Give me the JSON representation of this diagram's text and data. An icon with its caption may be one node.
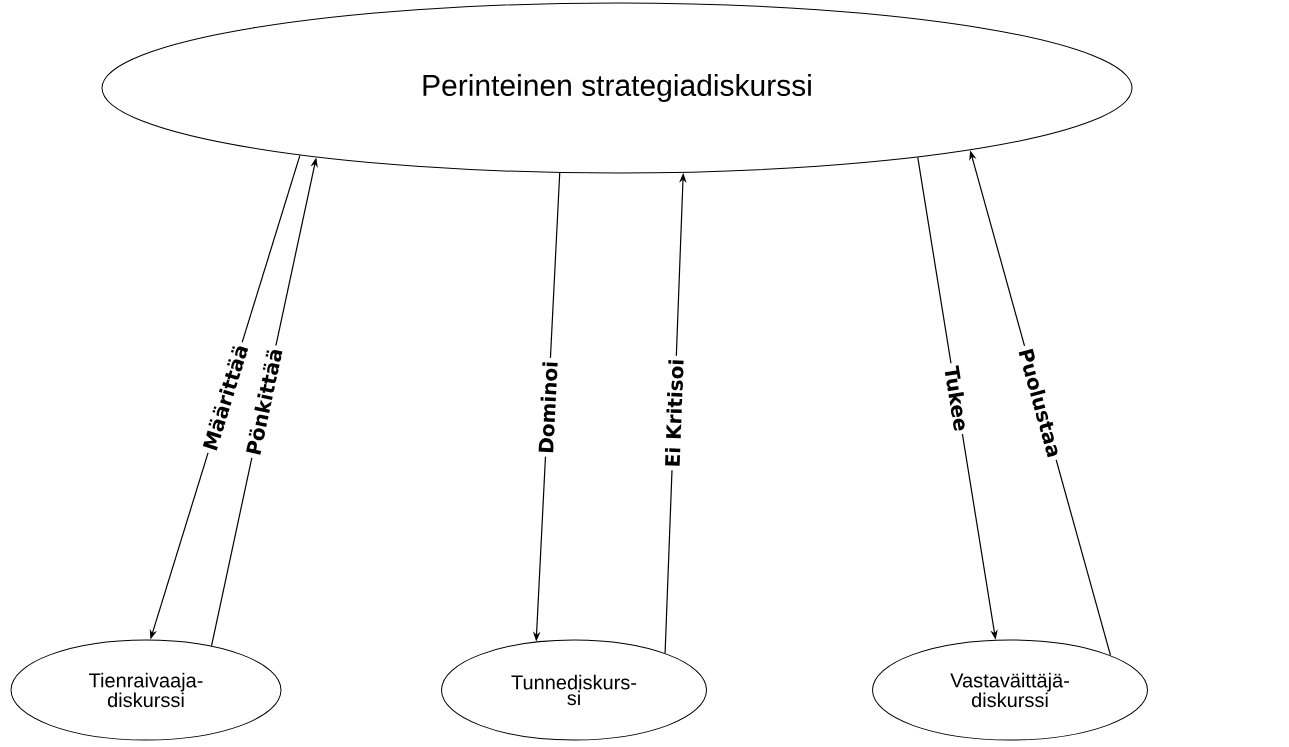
{
  "diagram": {
    "nodes": [
      {
        "text": [
          "Perinteinen strategiadiskurssi"
        ]
      },
      {
        "text": [
          "Tienraivaaja- diskurssi"
        ]
      },
      {
        "text": [
          "Tunnediskurs- si"
        ]
      },
      {
        "text": [
          "Vastaväittäjä- diskurssi"
        ]
      }
    ],
    "edges": [
      {
        "from": 0,
        "to": 1,
        "arrow": "to",
        "label": "Määrittää"
      },
      {
        "from": 1,
        "to": 0,
        "arrow": "to",
        "label": "Pönkittää"
      },
      {
        "from": 0,
        "to": 2,
        "arrow": "to",
        "label": "Dominoi"
      },
      {
        "from": 2,
        "to": 0,
        "arrow": "to",
        "label": "Ei Kritisoi"
      },
      {
        "from": 0,
        "to": 3,
        "arrow": "to",
        "label": "Tukee"
      },
      {
        "from": 3,
        "to": 0,
        "arrow": "to",
        "label": "Puolustaa"
      }
    ]
  }
}
